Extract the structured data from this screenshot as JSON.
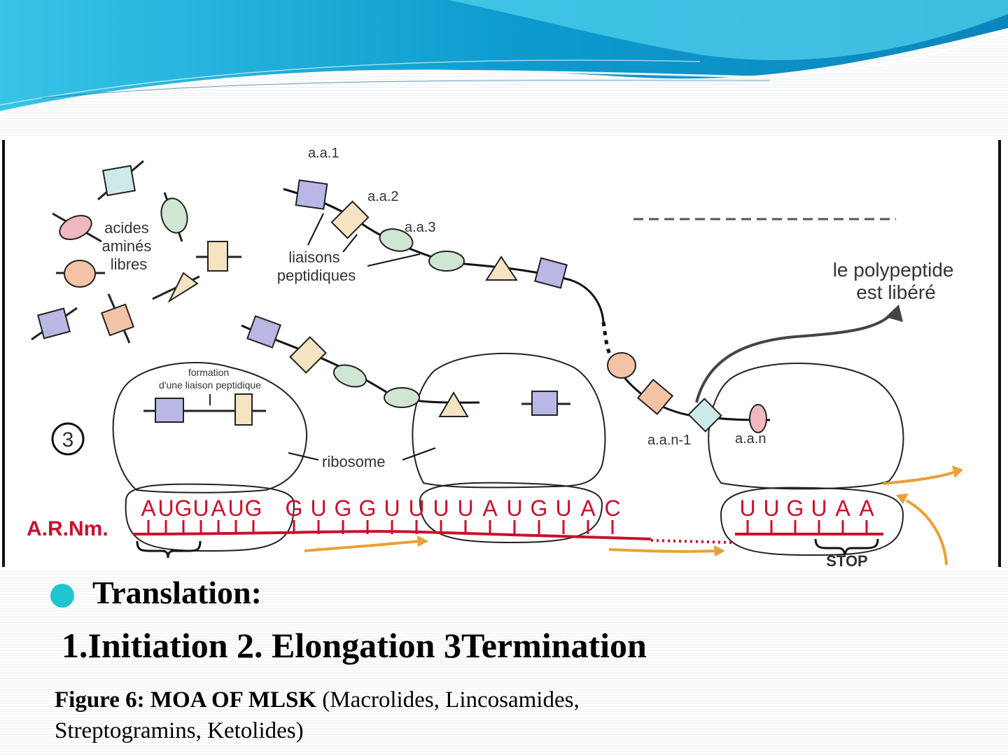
{
  "header": {
    "colors": {
      "deep": "#0b8fc4",
      "light": "#5fd3ec",
      "bright": "#22b7e3"
    }
  },
  "diagram": {
    "step_number": "3",
    "labels": {
      "free_amino_acids": [
        "acides",
        "aminés",
        "libres"
      ],
      "peptide_bonds": [
        "liaisons",
        "peptidiques"
      ],
      "bond_formation": [
        "formation",
        "d'une liaison peptidique"
      ],
      "ribosome": "ribosome",
      "polypeptide_released": [
        "le polypeptide",
        "est libéré"
      ],
      "mrna": "A.R.Nm.",
      "stop": "STOP",
      "aa1": "a.a.1",
      "aa2": "a.a.2",
      "aa3": "a.a.3",
      "aan_minus_1": "a.a.n-1",
      "aan": "a.a.n"
    },
    "codons": {
      "ribosome1": [
        "A",
        "U",
        "G",
        "U",
        "A",
        "U",
        "G"
      ],
      "ribosome2": [
        "G",
        "U",
        "G",
        "G",
        "U",
        "U",
        "U",
        "U",
        "A",
        "U",
        "G",
        "U",
        "A",
        "C"
      ],
      "ribosome3": [
        "U",
        "U",
        "G",
        "U",
        "A",
        "A"
      ]
    },
    "colors": {
      "lavender": "#b9b7e3",
      "peach": "#f3c3a5",
      "cream": "#f5e3c1",
      "mint": "#cfe6d2",
      "aqua": "#cde9ea",
      "pink": "#f0b8bf",
      "mrna_red": "#c8102e",
      "arrow_orange": "#e8a135"
    }
  },
  "bullet": {
    "title": "Translation:",
    "color": "#1fc6cf"
  },
  "steps": "1.Initiation 2. Elongation 3Termination",
  "caption": {
    "label": "Figure 6: MOA OF MLSK",
    "text": " (Macrolides, Lincosamides, Streptogramins, Ketolides)"
  }
}
